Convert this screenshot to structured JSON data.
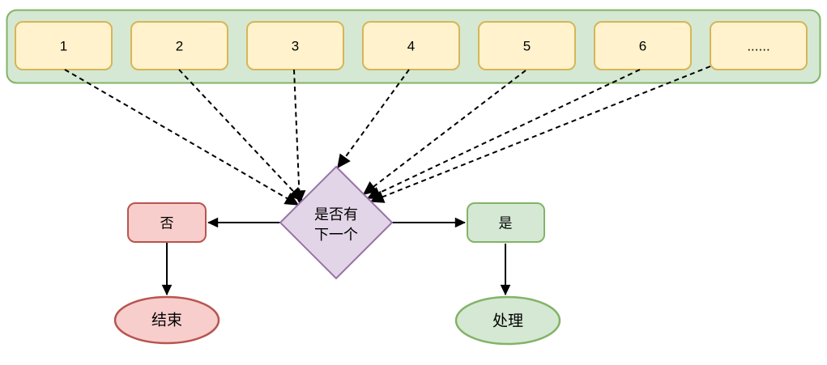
{
  "queue": {
    "items": [
      "1",
      "2",
      "3",
      "4",
      "5",
      "6",
      "......"
    ],
    "item_fill": "#fff2cc",
    "item_stroke": "#d6b656",
    "container_fill": "#d5e8d4",
    "container_stroke": "#82b366"
  },
  "decision": {
    "line1": "是否有",
    "line2": "下一个",
    "fill": "#e1d5e7",
    "stroke": "#9673a6"
  },
  "branch_no": {
    "label": "否",
    "fill": "#f8cecc",
    "stroke": "#b85450"
  },
  "branch_yes": {
    "label": "是",
    "fill": "#d5e8d4",
    "stroke": "#82b366"
  },
  "terminal_end": {
    "label": "结束",
    "fill": "#f8cecc",
    "stroke": "#b85450"
  },
  "terminal_process": {
    "label": "处理",
    "fill": "#d5e8d4",
    "stroke": "#82b366"
  },
  "arrows": {
    "color": "#000000"
  }
}
